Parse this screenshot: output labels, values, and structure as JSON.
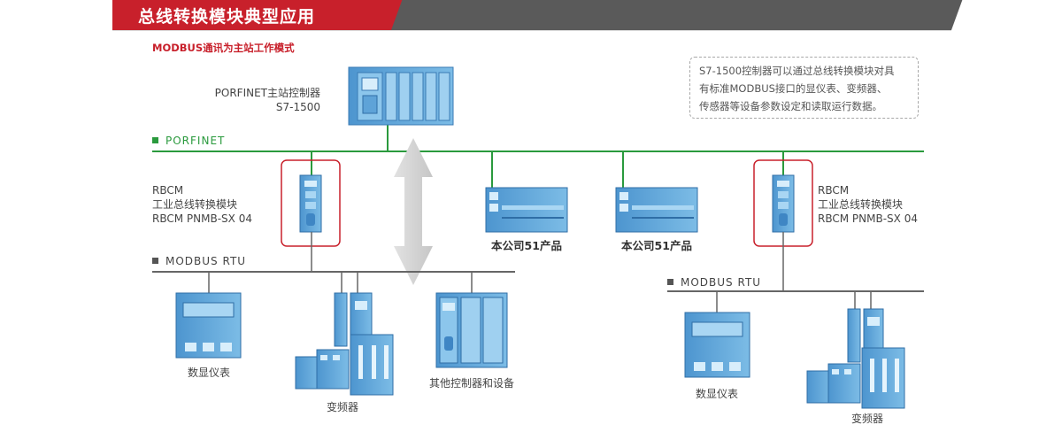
{
  "header": {
    "title": "总线转换模块典型应用"
  },
  "subtitle": "MODBUS通讯为主站工作模式",
  "note": {
    "lines": [
      "S7-1500控制器可以通过总线转换模块对具",
      "有标准MODBUS接口的显仪表、变频器、",
      "传感器等设备参数设定和读取运行数据。"
    ]
  },
  "master": {
    "line1": "PORFINET主站控制器",
    "line2": "S7-1500"
  },
  "profinet_bus": {
    "label": "PORFINET"
  },
  "rbcm_left": {
    "line1": "RBCM",
    "line2": "工业总线转换模块",
    "line3": "RBCM  PNMB-SX 04"
  },
  "rbcm_right": {
    "line1": "RBCM",
    "line2": "工业总线转换模块",
    "line3": "RBCM  PNMB-SX 04"
  },
  "product1": {
    "label": "本公司51产品"
  },
  "product2": {
    "label": "本公司51产品"
  },
  "modbus_left": {
    "label": "MODBUS  RTU"
  },
  "modbus_right": {
    "label": "MODBUS  RTU"
  },
  "devices_left": {
    "meter": "数显仪表",
    "vfd": "变频器",
    "other": "其他控制器和设备"
  },
  "devices_right": {
    "meter": "数显仪表",
    "vfd": "变频器"
  },
  "colors": {
    "red": "#c8202b",
    "gray": "#5a5a5a",
    "green": "#2a9a3d",
    "device_blue": "#6fb0df",
    "bus_gray": "#666666"
  }
}
